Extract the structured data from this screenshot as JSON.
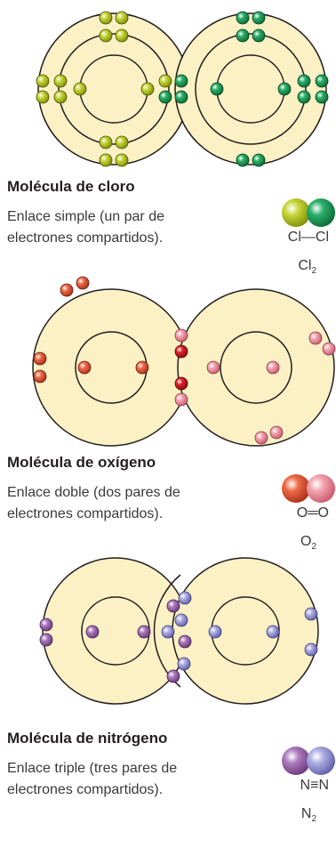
{
  "panels": [
    {
      "title": "Molécula de cloro",
      "description": "Enlace simple (un par de electrones compartidos).",
      "bond_formula": "Cl—Cl",
      "formula_symbol": "Cl",
      "formula_subscript": "2",
      "colors": {
        "atom_left": "#b5c51e",
        "atom_right": "#1f9a57"
      }
    },
    {
      "title": "Molécula de oxígeno",
      "description": "Enlace doble (dos pares de electrones compartidos).",
      "bond_formula": "O═O",
      "formula_symbol": "O",
      "formula_subscript": "2",
      "colors": {
        "atom_left": "#e05638",
        "atom_right": "#ee96a4",
        "shared": "#d41920"
      }
    },
    {
      "title": "Molécula de nitrógeno",
      "description": "Enlace triple (tres pares de electrones compartidos).",
      "bond_formula": "N≡N",
      "formula_symbol": "N",
      "formula_subscript": "2",
      "colors": {
        "atom_left": "#a06fb0",
        "atom_right": "#9e9ed8"
      }
    }
  ],
  "colors": {
    "shell_fill": "#fbf1c4",
    "shell_stroke": "#231f20",
    "text": "#3a3a3a"
  }
}
